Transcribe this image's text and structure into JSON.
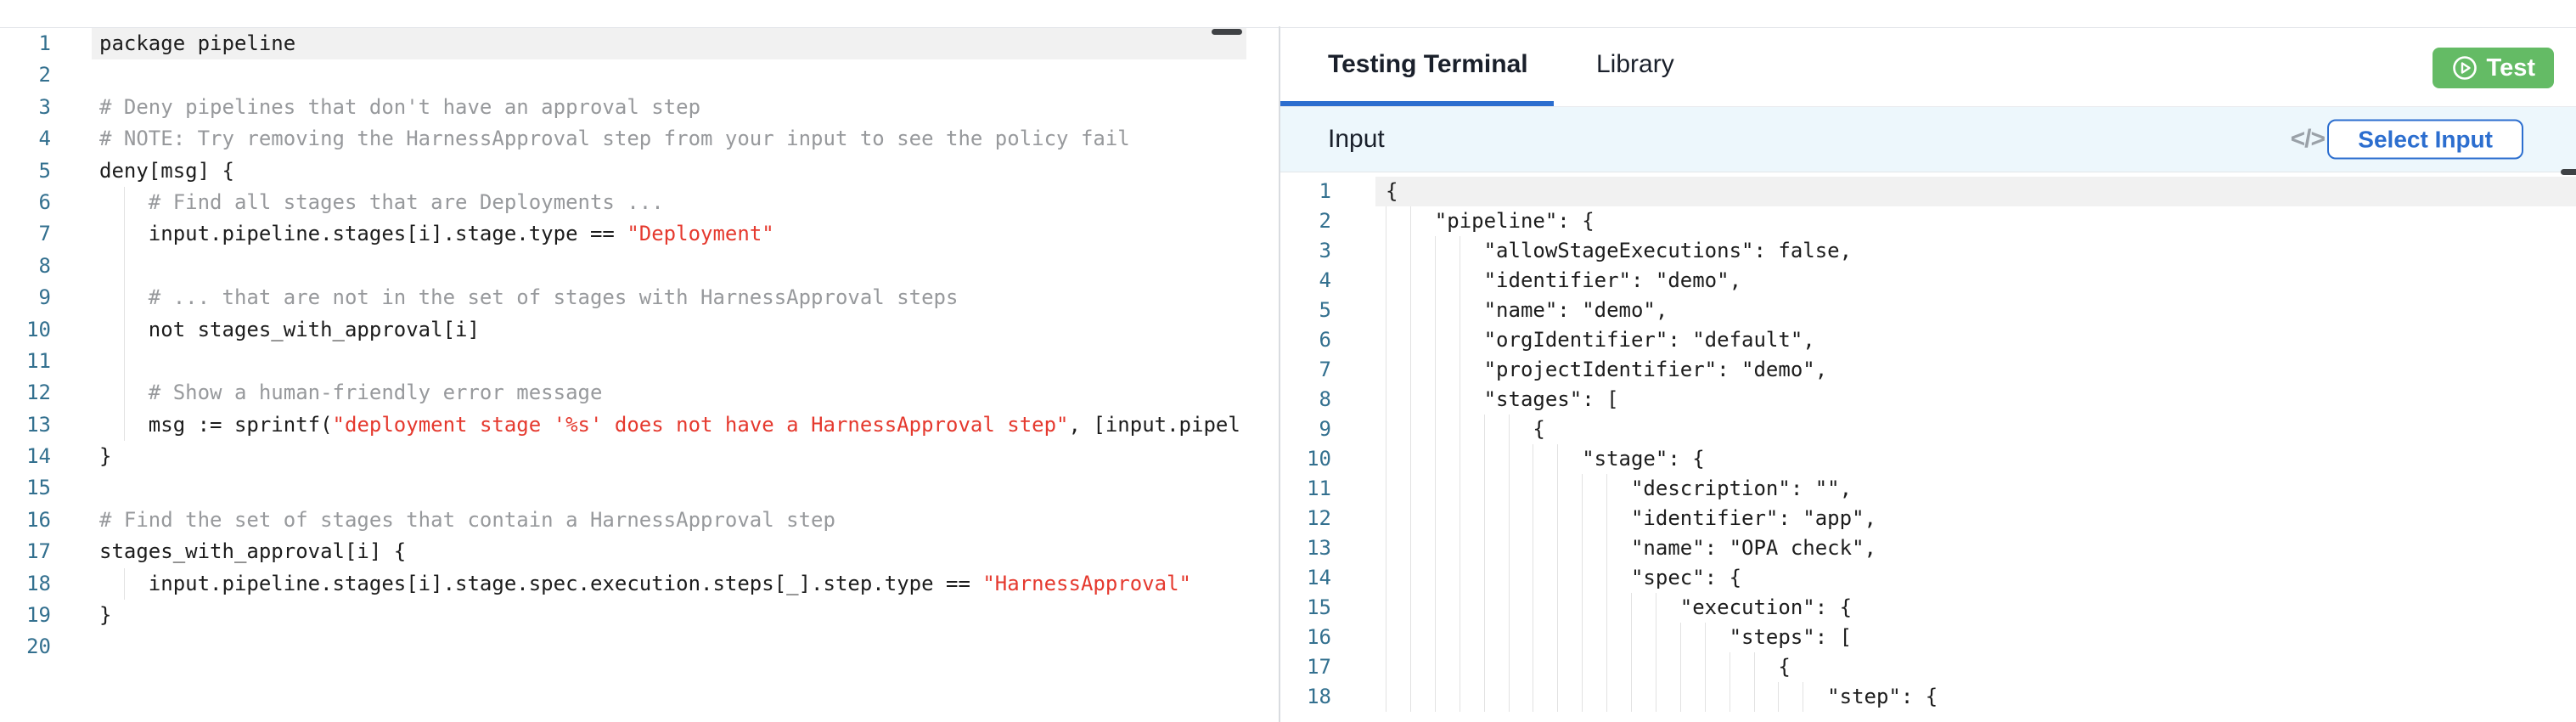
{
  "colors": {
    "accent_blue": "#2c6ecf",
    "button_green": "#64bb65",
    "string_red": "#e5392e",
    "line_number_blue": "#33708f",
    "input_header_bg": "#edf7fc"
  },
  "right_panel": {
    "tabs": [
      {
        "label": "Testing Terminal",
        "active": true
      },
      {
        "label": "Library",
        "active": false
      }
    ],
    "test_button": {
      "label": "Test",
      "icon": "play-circle-icon"
    },
    "input_panel": {
      "title": "Input",
      "code_icon": "</>",
      "select_button_label": "Select Input"
    }
  },
  "left_editor": {
    "language": "rego",
    "active_line": 1,
    "lines": [
      {
        "num": 1,
        "gindent": 0,
        "parts": [
          {
            "cls": "code",
            "text": "package pipeline"
          }
        ]
      },
      {
        "num": 2,
        "gindent": 0,
        "parts": []
      },
      {
        "num": 3,
        "gindent": 0,
        "parts": [
          {
            "cls": "com",
            "text": "# Deny pipelines that don't have an approval step"
          }
        ]
      },
      {
        "num": 4,
        "gindent": 0,
        "parts": [
          {
            "cls": "com",
            "text": "# NOTE: Try removing the HarnessApproval step from your input to see the policy fail"
          }
        ]
      },
      {
        "num": 5,
        "gindent": 0,
        "parts": [
          {
            "cls": "code",
            "text": "deny[msg] {"
          }
        ]
      },
      {
        "num": 6,
        "gindent": 4,
        "parts": [
          {
            "cls": "com",
            "text": "    # Find all stages that are Deployments ..."
          }
        ]
      },
      {
        "num": 7,
        "gindent": 4,
        "parts": [
          {
            "cls": "code",
            "text": "    input.pipeline.stages[i].stage.type == "
          },
          {
            "cls": "str",
            "text": "\"Deployment\""
          }
        ]
      },
      {
        "num": 8,
        "gindent": 4,
        "parts": []
      },
      {
        "num": 9,
        "gindent": 4,
        "parts": [
          {
            "cls": "com",
            "text": "    # ... that are not in the set of stages with HarnessApproval steps"
          }
        ]
      },
      {
        "num": 10,
        "gindent": 4,
        "parts": [
          {
            "cls": "code",
            "text": "    not stages_with_approval[i]"
          }
        ]
      },
      {
        "num": 11,
        "gindent": 4,
        "parts": []
      },
      {
        "num": 12,
        "gindent": 4,
        "parts": [
          {
            "cls": "com",
            "text": "    # Show a human-friendly error message"
          }
        ]
      },
      {
        "num": 13,
        "gindent": 4,
        "parts": [
          {
            "cls": "code",
            "text": "    msg := sprintf("
          },
          {
            "cls": "str",
            "text": "\"deployment stage '%s' does not have a HarnessApproval step\""
          },
          {
            "cls": "code",
            "text": ", [input.pipel"
          }
        ]
      },
      {
        "num": 14,
        "gindent": 0,
        "parts": [
          {
            "cls": "code",
            "text": "}"
          }
        ]
      },
      {
        "num": 15,
        "gindent": 0,
        "parts": []
      },
      {
        "num": 16,
        "gindent": 0,
        "parts": [
          {
            "cls": "com",
            "text": "# Find the set of stages that contain a HarnessApproval step"
          }
        ]
      },
      {
        "num": 17,
        "gindent": 0,
        "parts": [
          {
            "cls": "code",
            "text": "stages_with_approval[i] {"
          }
        ]
      },
      {
        "num": 18,
        "gindent": 4,
        "parts": [
          {
            "cls": "code",
            "text": "    input.pipeline.stages[i].stage.spec.execution.steps[_].step.type == "
          },
          {
            "cls": "str",
            "text": "\"HarnessApproval\""
          }
        ]
      },
      {
        "num": 19,
        "gindent": 0,
        "parts": [
          {
            "cls": "code",
            "text": "}"
          }
        ]
      },
      {
        "num": 20,
        "gindent": 0,
        "parts": []
      }
    ]
  },
  "json_editor": {
    "language": "json",
    "active_line": 1,
    "lines": [
      {
        "num": 1,
        "indent": 0,
        "text": "{"
      },
      {
        "num": 2,
        "indent": 4,
        "text": "    \"pipeline\": {"
      },
      {
        "num": 3,
        "indent": 8,
        "text": "        \"allowStageExecutions\": false,"
      },
      {
        "num": 4,
        "indent": 8,
        "text": "        \"identifier\": \"demo\","
      },
      {
        "num": 5,
        "indent": 8,
        "text": "        \"name\": \"demo\","
      },
      {
        "num": 6,
        "indent": 8,
        "text": "        \"orgIdentifier\": \"default\","
      },
      {
        "num": 7,
        "indent": 8,
        "text": "        \"projectIdentifier\": \"demo\","
      },
      {
        "num": 8,
        "indent": 8,
        "text": "        \"stages\": ["
      },
      {
        "num": 9,
        "indent": 12,
        "text": "            {"
      },
      {
        "num": 10,
        "indent": 16,
        "text": "                \"stage\": {"
      },
      {
        "num": 11,
        "indent": 20,
        "text": "                    \"description\": \"\","
      },
      {
        "num": 12,
        "indent": 20,
        "text": "                    \"identifier\": \"app\","
      },
      {
        "num": 13,
        "indent": 20,
        "text": "                    \"name\": \"OPA check\","
      },
      {
        "num": 14,
        "indent": 20,
        "text": "                    \"spec\": {"
      },
      {
        "num": 15,
        "indent": 24,
        "text": "                        \"execution\": {"
      },
      {
        "num": 16,
        "indent": 28,
        "text": "                            \"steps\": ["
      },
      {
        "num": 17,
        "indent": 32,
        "text": "                                {"
      },
      {
        "num": 18,
        "indent": 36,
        "text": "                                    \"step\": {"
      }
    ]
  }
}
